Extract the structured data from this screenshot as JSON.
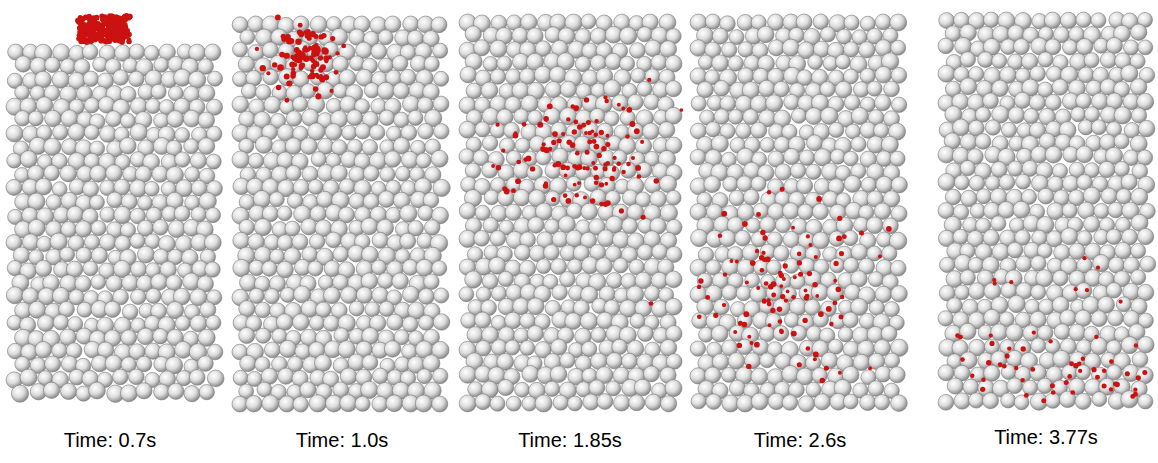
{
  "diagram": {
    "labels": [
      "Time: 0.7s",
      "Time: 1.0s",
      "Time: 1.85s",
      "Time: 2.6s",
      "Time: 3.77s"
    ]
  }
}
